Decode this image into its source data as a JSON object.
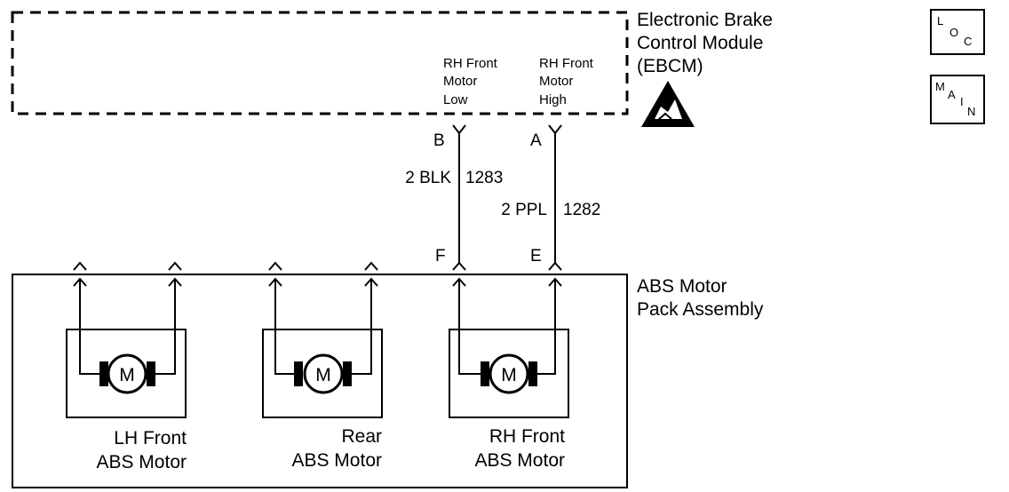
{
  "ebcm": {
    "title_lines": [
      "Electronic Brake",
      "Control Module",
      "(EBCM)"
    ],
    "pin_low_label": [
      "RH Front",
      "Motor",
      "Low"
    ],
    "pin_high_label": [
      "RH Front",
      "Motor",
      "High"
    ],
    "esd_icon": "esd-warning-icon"
  },
  "pins": {
    "ebcm_low": "B",
    "ebcm_high": "A",
    "pack_low": "F",
    "pack_high": "E"
  },
  "wires": {
    "low": {
      "gauge_color": "2 BLK",
      "circuit": "1283"
    },
    "high": {
      "gauge_color": "2 PPL",
      "circuit": "1282"
    }
  },
  "pack": {
    "title_lines": [
      "ABS Motor",
      "Pack Assembly"
    ],
    "motor_symbol": "M",
    "motors": [
      {
        "lines": [
          "LH Front",
          "ABS Motor"
        ]
      },
      {
        "lines": [
          "Rear",
          "ABS Motor"
        ]
      },
      {
        "lines": [
          "RH Front",
          "ABS Motor"
        ]
      }
    ]
  },
  "nav": {
    "loc": {
      "l": "L",
      "o": "O",
      "c": "C"
    },
    "main": {
      "m": "M",
      "a": "A",
      "i": "I",
      "n": "N"
    }
  }
}
